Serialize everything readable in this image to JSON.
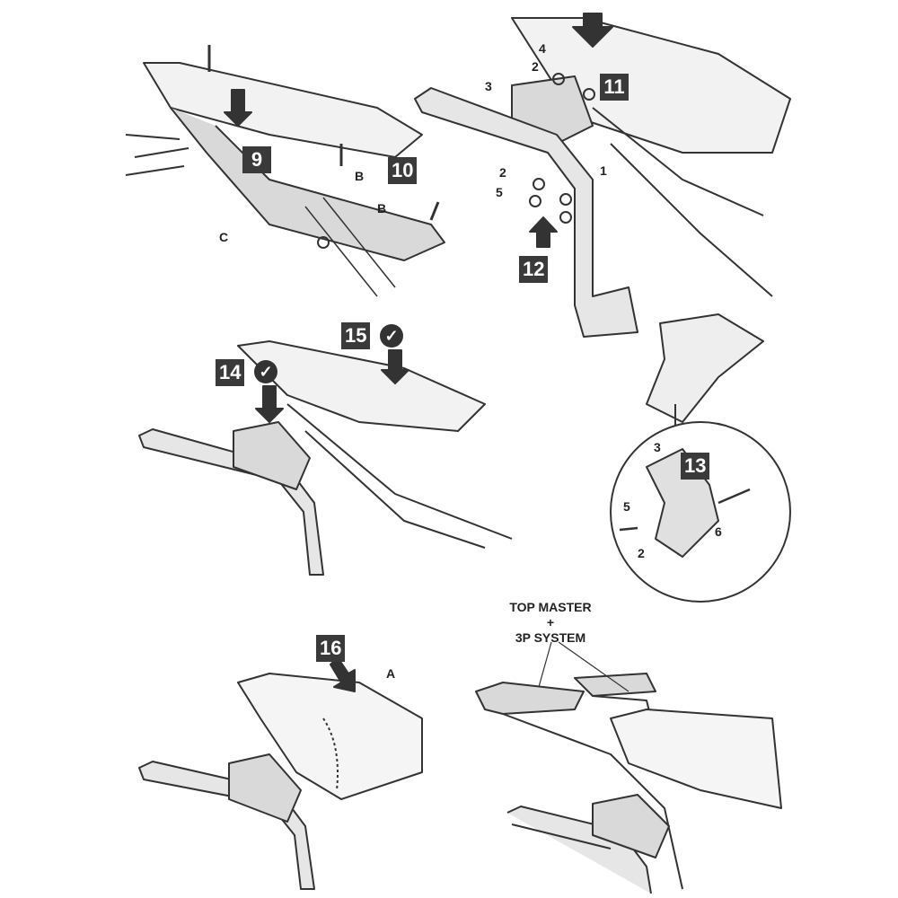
{
  "steps": {
    "s9": "9",
    "s10": "10",
    "s11": "11",
    "s12": "12",
    "s13": "13",
    "s14": "14",
    "s15": "15",
    "s16": "16"
  },
  "check_icon": "✓",
  "parts": {
    "p9_b1": "B",
    "p9_b2": "B",
    "p9_c": "C",
    "p11_4": "4",
    "p11_2a": "2",
    "p11_3": "3",
    "p11_1": "1",
    "p11_2b": "2",
    "p11_5": "5",
    "p13_3": "3",
    "p13_5": "5",
    "p13_2": "2",
    "p13_6": "6",
    "p16_a": "A"
  },
  "product": {
    "line1": "TOP MASTER",
    "line2": "+",
    "line3": "3P SYSTEM"
  },
  "colors": {
    "badge": "#3a3a3a",
    "line": "#333333",
    "fill": "#d9d9d9"
  }
}
